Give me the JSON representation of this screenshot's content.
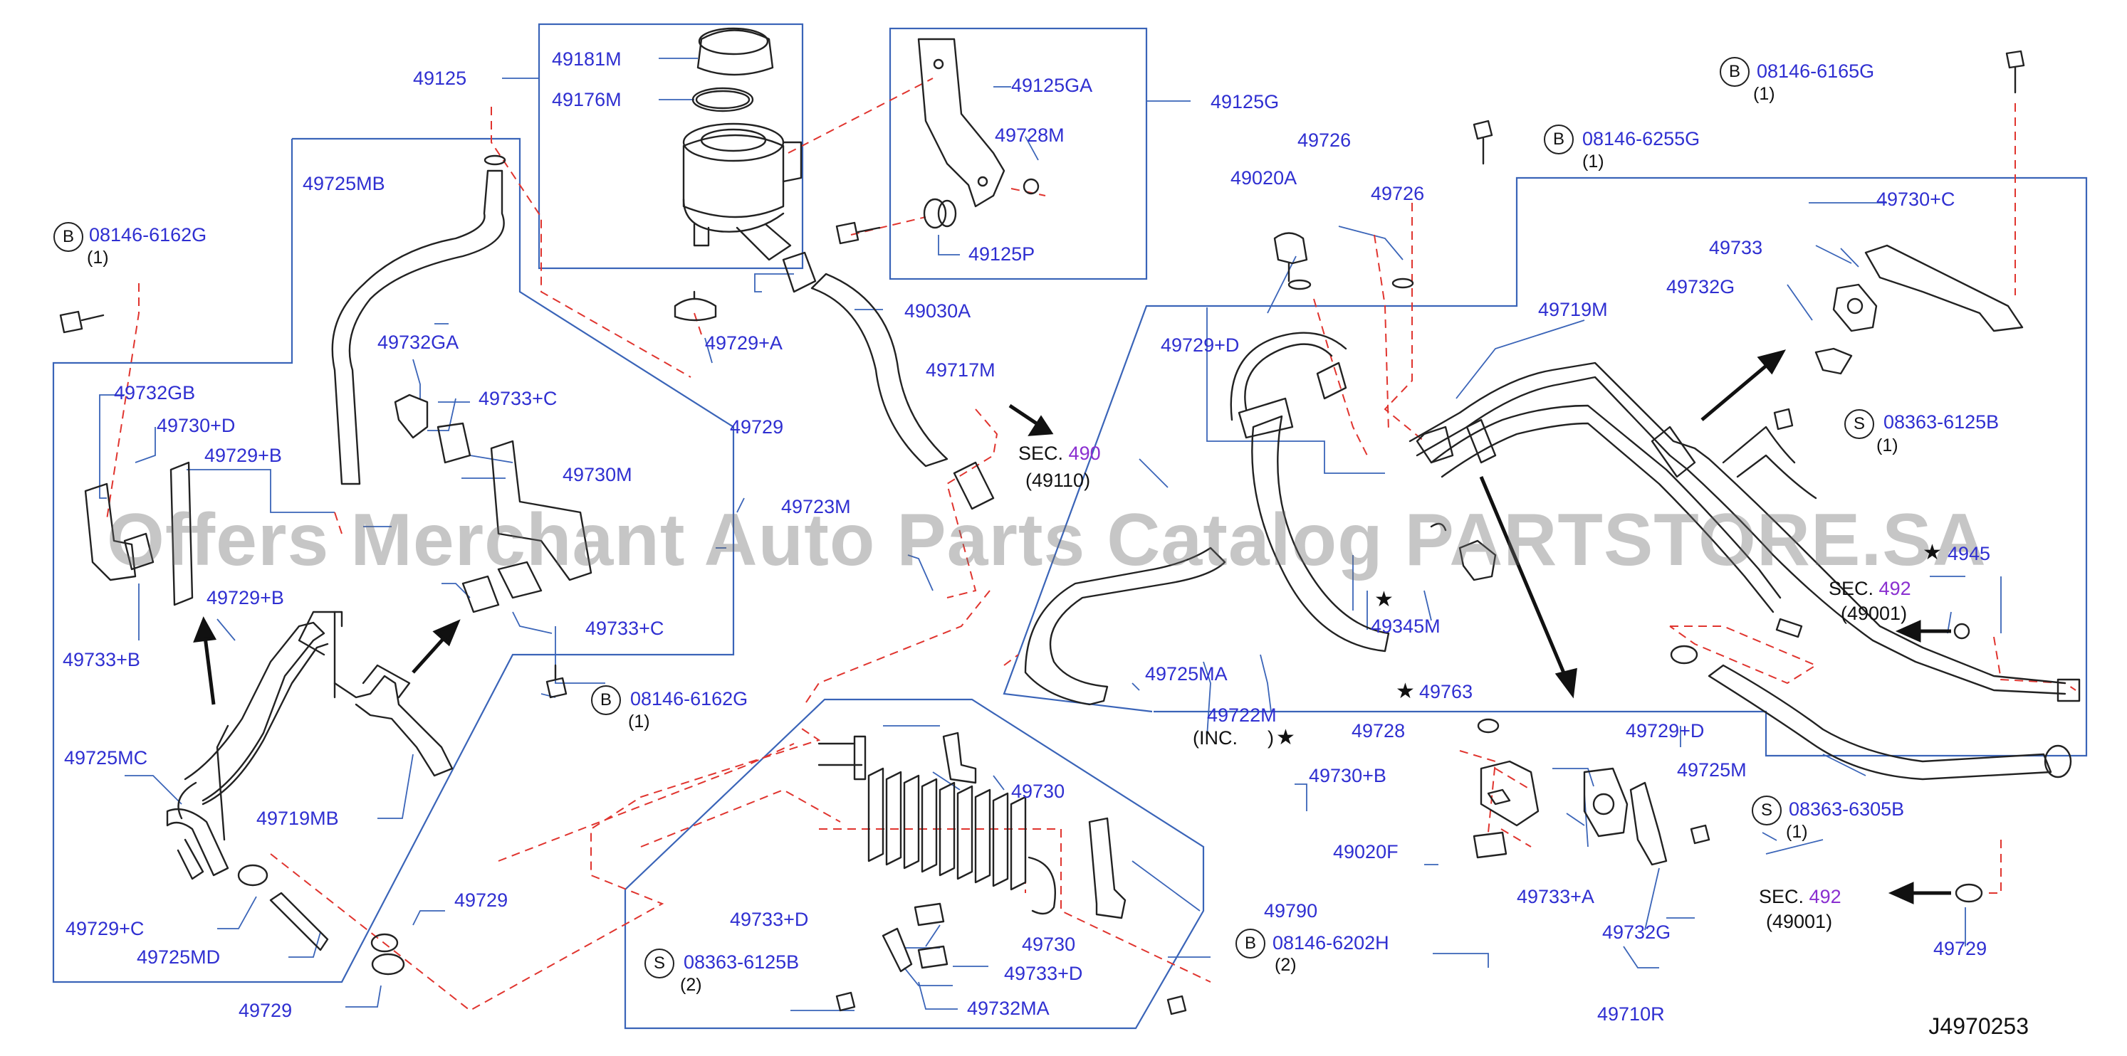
{
  "watermark": "Offers Merchant Auto Parts Catalog PARTSTORE.SA",
  "diagram_code": "J4970253",
  "labels": {
    "p49125": "49125",
    "p49181M": "49181M",
    "p49176M": "49176M",
    "p49125GA": "49125GA",
    "p49125G": "49125G",
    "p49728M": "49728M",
    "p49125P": "49125P",
    "p49030A": "49030A",
    "p49725MB": "49725MB",
    "p49729A": "49729+A",
    "p49717M": "49717M",
    "p49729_top": "49729",
    "p49732GA": "49732GA",
    "p49733C_top": "49733+C",
    "p49730M": "49730M",
    "p49732GB": "49732GB",
    "p49730D": "49730+D",
    "p49729B_a": "49729+B",
    "p49729B_b": "49729+B",
    "p49733B": "49733+B",
    "p49723M": "49723M",
    "p49733C_bot": "49733+C",
    "p49725MC": "49725MC",
    "p49719MB": "49719MB",
    "p49729C": "49729+C",
    "p49725MD": "49725MD",
    "p49729_bl1": "49729",
    "p49729_bl2": "49729",
    "p49730_a": "49730",
    "p49730_b": "49730",
    "p49790": "49790",
    "p49733D_a": "49733+D",
    "p49733D_b": "49733+D",
    "p49732MA": "49732MA",
    "p49726_a": "49726",
    "p49020A": "49020A",
    "p49726_b": "49726",
    "p49729D_a": "49729+D",
    "p49719M": "49719M",
    "p49730C": "49730+C",
    "p49733": "49733",
    "p49732G_a": "49732G",
    "p49345M": "49345M",
    "p49763": "49763",
    "p49725MA": "49725MA",
    "p49722M": "49722M",
    "p49728": "49728",
    "p49730B": "49730+B",
    "p49020F": "49020F",
    "p49733A": "49733+A",
    "p49732G_b": "49732G",
    "p49729D_b": "49729+D",
    "p49725M": "49725M",
    "p49710R": "49710R",
    "p49729_br": "49729",
    "p4945": "4945"
  },
  "bolts": {
    "b1": {
      "letter": "B",
      "part": "08146-6162G",
      "qty": "(1)"
    },
    "b2": {
      "letter": "B",
      "part": "08146-6162G",
      "qty": "(1)"
    },
    "b3": {
      "letter": "B",
      "part": "08146-6202H",
      "qty": "(2)"
    },
    "b4": {
      "letter": "B",
      "part": "08146-6255G",
      "qty": "(1)"
    },
    "b5": {
      "letter": "B",
      "part": "08146-6165G",
      "qty": "(1)"
    },
    "s1": {
      "letter": "S",
      "part": "08363-6125B",
      "qty": "(2)"
    },
    "s2": {
      "letter": "S",
      "part": "08363-6125B",
      "qty": "(1)"
    },
    "s3": {
      "letter": "S",
      "part": "08363-6305B",
      "qty": "(1)"
    }
  },
  "sections": {
    "sec490": {
      "prefix": "SEC.",
      "num": "490",
      "ref": "(49110)"
    },
    "sec492_a": {
      "prefix": "SEC.",
      "num": "492",
      "ref": "(49001)"
    },
    "sec492_b": {
      "prefix": "SEC.",
      "num": "492",
      "ref": "(49001)"
    }
  },
  "inc_note": "(INC.",
  "inc_close": ")",
  "star": "★",
  "colors": {
    "label": "#2f2fd1",
    "leader": "#3a64b8",
    "dash": "#e0342e",
    "ink": "#222222",
    "sec_num": "#8a2fd0"
  }
}
